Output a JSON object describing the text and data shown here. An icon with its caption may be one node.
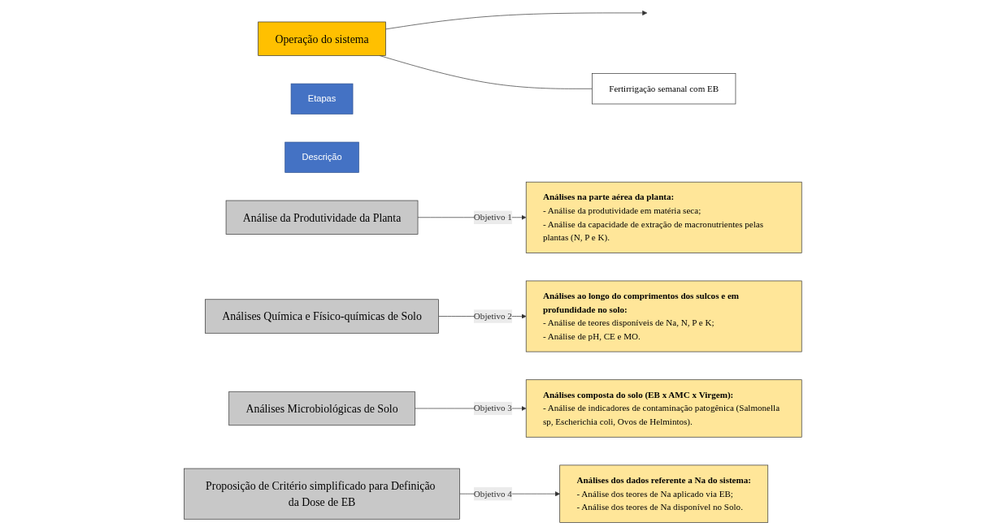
{
  "diagram": {
    "nodes": [
      {
        "text": [
          "Operação do sistema"
        ]
      },
      {
        "text": [
          "Fertirrigação semanal com EB"
        ]
      },
      {
        "text": [
          "Etapas"
        ]
      },
      {
        "text": [
          "Descrição"
        ]
      },
      {
        "text": [
          "Análise da Produtividade da Planta"
        ]
      },
      {
        "text": [
          "Análises na parte aérea da planta:",
          "- Análise da produtividade em matéria seca;",
          "- Análise da capacidade de extração de macronutrientes pelas plantas (N, P e K)."
        ]
      },
      {
        "text": [
          "Análises Química e Físico-químicas de Solo"
        ]
      },
      {
        "text": [
          "Análises ao longo do comprimentos dos sulcos e em profundidade no solo:",
          "- Análise de teores disponíveis de Na, N, P e K;",
          "- Análise de pH, CE e MO."
        ]
      },
      {
        "text": [
          "Análises Microbiológicas de Solo"
        ]
      },
      {
        "text": [
          "Análises composta do solo (EB x AMC x Virgem):",
          "- Análise de indicadores de contaminação patogênica (Salmonella sp, Escherichia coli, Ovos de Helmintos)."
        ]
      },
      {
        "text": [
          "Proposição de Critério simplificado para Definição da Dose de EB"
        ]
      },
      {
        "text": [
          "Análises dos dados referente a Na do sistema:",
          "- Análise dos teores de Na aplicado via EB;",
          "- Análise dos teores de Na disponível no Solo."
        ]
      }
    ],
    "edges": [
      {
        "from": 0,
        "to": null,
        "arrow": "to"
      },
      {
        "from": 0,
        "to": 1,
        "arrow": "none"
      },
      {
        "from": 4,
        "to": 5,
        "label": "Objetivo 1",
        "arrow": "to"
      },
      {
        "from": 6,
        "to": 7,
        "label": "Objetivo 2",
        "arrow": "to"
      },
      {
        "from": 8,
        "to": 9,
        "label": "Objetivo 3",
        "arrow": "to"
      },
      {
        "from": 10,
        "to": 11,
        "label": "Objetivo 4",
        "arrow": "to"
      }
    ]
  }
}
